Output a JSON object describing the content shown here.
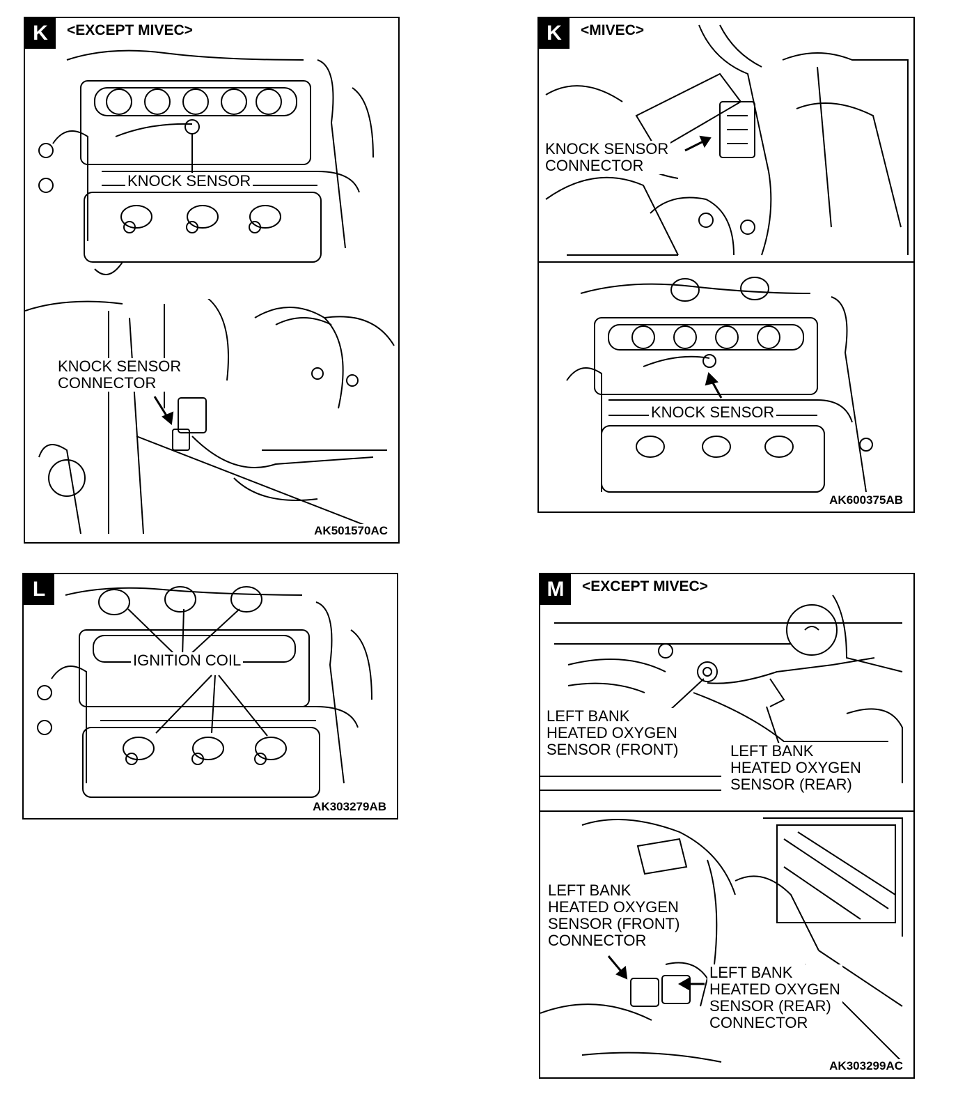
{
  "panels": {
    "k1": {
      "badge": "K",
      "variant": "<EXCEPT MIVEC>",
      "label_knock_sensor": "KNOCK SENSOR",
      "label_connector": "KNOCK SENSOR\nCONNECTOR",
      "code": "AK501570AC"
    },
    "k2": {
      "badge": "K",
      "variant": "<MIVEC>",
      "label_connector": "KNOCK SENSOR\nCONNECTOR",
      "label_knock_sensor": "KNOCK SENSOR",
      "code": "AK600375AB"
    },
    "l": {
      "badge": "L",
      "label_ignition_coil": "IGNITION COIL",
      "code": "AK303279AB"
    },
    "m": {
      "badge": "M",
      "variant": "<EXCEPT MIVEC>",
      "label_front_sensor": "LEFT BANK\nHEATED OXYGEN\nSENSOR (FRONT)",
      "label_rear_sensor": "LEFT BANK\nHEATED OXYGEN\nSENSOR (REAR)",
      "label_front_connector": "LEFT BANK\nHEATED OXYGEN\nSENSOR (FRONT)\nCONNECTOR",
      "label_rear_connector": "LEFT BANK\nHEATED OXYGEN\nSENSOR (REAR)\nCONNECTOR",
      "code": "AK303299AC"
    }
  }
}
